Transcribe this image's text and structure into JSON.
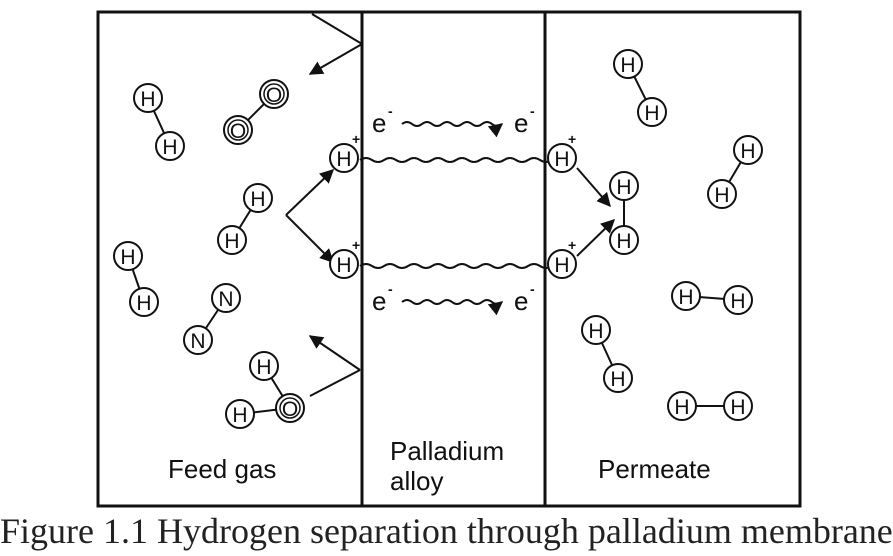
{
  "regions": {
    "feed": "Feed gas",
    "alloy_line1": "Palladium",
    "alloy_line2": "alloy",
    "permeate": "Permeate"
  },
  "atoms": {
    "hydrogen": "H",
    "oxygen": "O",
    "nitrogen": "N"
  },
  "electron": {
    "symbol": "e",
    "charge": "-"
  },
  "proton_charge": "+",
  "caption": "Figure 1.1   Hydrogen separation through palladium membrane"
}
